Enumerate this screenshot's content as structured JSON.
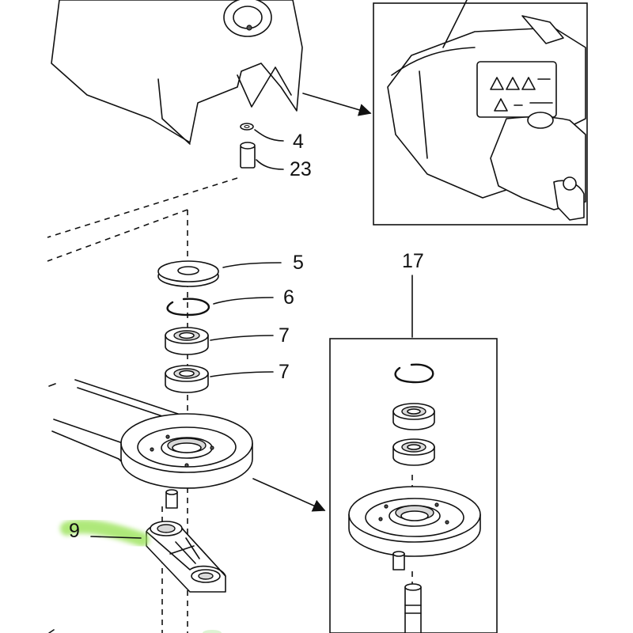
{
  "callouts": {
    "c4": "4",
    "c23": "23",
    "c5": "5",
    "c6": "6",
    "c7a": "7",
    "c7b": "7",
    "c17": "17",
    "c9": "9"
  },
  "highlight_color": "#9be35a"
}
